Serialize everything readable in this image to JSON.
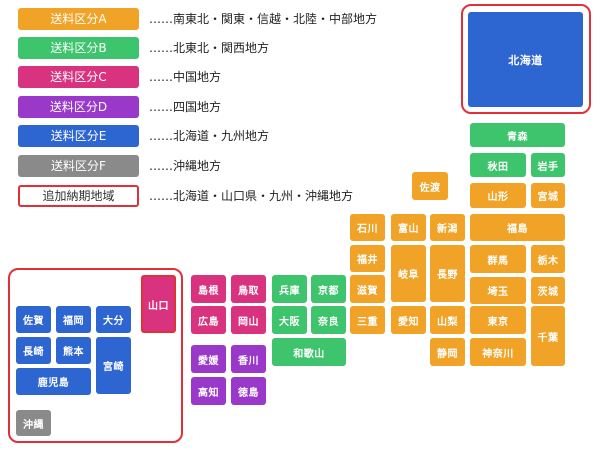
{
  "colors": {
    "zone_a": "#f0a326",
    "zone_b": "#3ec46d",
    "zone_c": "#d9327f",
    "zone_d": "#9a39c9",
    "zone_e": "#2e66d1",
    "zone_f": "#8a8a8a",
    "extra_outline": "#e0303a"
  },
  "legend": [
    {
      "label": "送料区分A",
      "desc": "……南東北・関東・信越・北陸・中部地方"
    },
    {
      "label": "送料区分B",
      "desc": "……北東北・関西地方"
    },
    {
      "label": "送料区分C",
      "desc": "……中国地方"
    },
    {
      "label": "送料区分D",
      "desc": "……四国地方"
    },
    {
      "label": "送料区分E",
      "desc": "……北海道・九州地方"
    },
    {
      "label": "送料区分F",
      "desc": "……沖縄地方"
    },
    {
      "label": "追加納期地域",
      "desc": "……北海道・山口県・九州・沖縄地方"
    }
  ],
  "prefectures": {
    "hokkaido": "北海道",
    "aomori": "青森",
    "akita": "秋田",
    "iwate": "岩手",
    "yamagata": "山形",
    "miyagi": "宮城",
    "fukushima": "福島",
    "sado": "佐渡",
    "niigata": "新潟",
    "toyama": "富山",
    "ishikawa": "石川",
    "fukui": "福井",
    "gifu": "岐阜",
    "nagano": "長野",
    "gunma": "群馬",
    "tochigi": "栃木",
    "saitama": "埼玉",
    "ibaraki": "茨城",
    "shiga": "滋賀",
    "mie": "三重",
    "aichi": "愛知",
    "yamanashi": "山梨",
    "tokyo": "東京",
    "chiba": "千葉",
    "shizuoka": "静岡",
    "kanagawa": "神奈川",
    "hyogo": "兵庫",
    "kyoto": "京都",
    "osaka": "大阪",
    "nara": "奈良",
    "wakayama": "和歌山",
    "shimane": "島根",
    "tottori": "鳥取",
    "hiroshima": "広島",
    "okayama": "岡山",
    "yamaguchi": "山口",
    "ehime": "愛媛",
    "kagawa": "香川",
    "kochi": "高知",
    "tokushima": "徳島",
    "saga": "佐賀",
    "fukuoka": "福岡",
    "oita": "大分",
    "nagasaki": "長崎",
    "kumamoto": "熊本",
    "miyazaki": "宮崎",
    "kagoshima": "鹿児島",
    "okinawa": "沖縄"
  }
}
